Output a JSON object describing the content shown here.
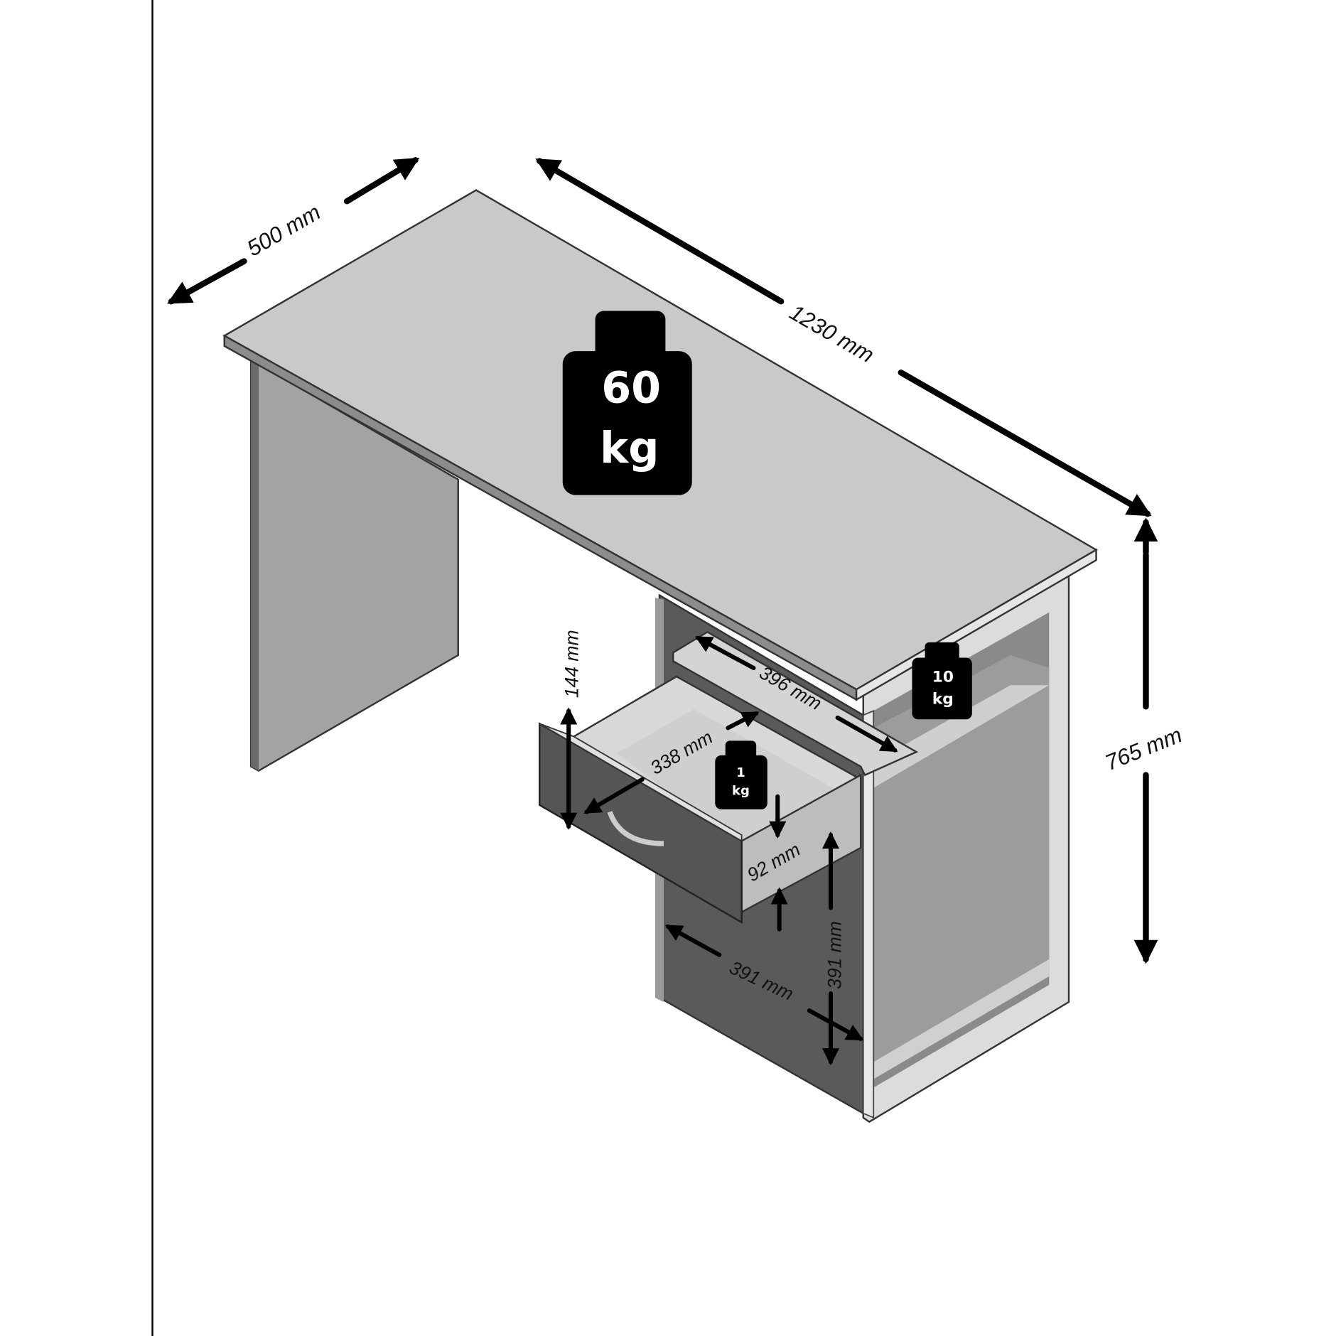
{
  "dimensions": {
    "depth": "500 mm",
    "width": "1230 mm",
    "height": "765 mm",
    "drawer_height": "144 mm",
    "shelf_width": "396 mm",
    "drawer_depth": "338 mm",
    "drawer_inner_height": "92 mm",
    "cabinet_width": "391 mm",
    "cabinet_height": "391 mm"
  },
  "load_badges": [
    {
      "value": "60",
      "unit": "kg"
    },
    {
      "value": "10",
      "unit": "kg"
    },
    {
      "value": "1",
      "unit": "kg"
    }
  ],
  "colors": {
    "top": "#c9c9c9",
    "panel": "#a3a3a3",
    "drawer_front": "#555555",
    "badge": "#000000"
  }
}
